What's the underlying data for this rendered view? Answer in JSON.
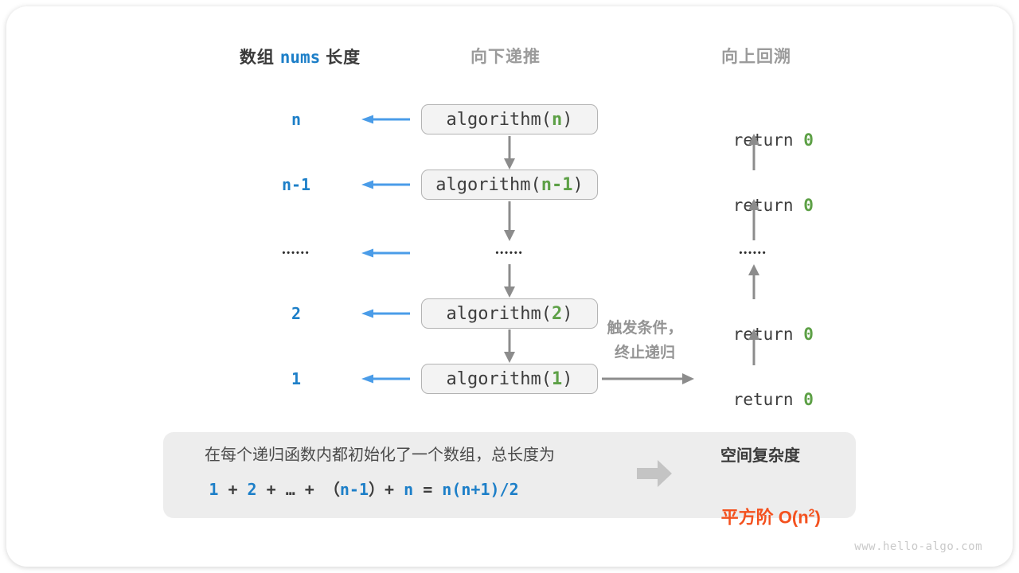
{
  "colors": {
    "blue_text": "#1d7fc8",
    "blue_arrow": "#4a9ce8",
    "green": "#5da046",
    "code_dark": "#3d3d3d",
    "cjk_dark": "#3a3a3a",
    "gray_header": "#9b9b9b",
    "gray_arrow": "#8c8c8c",
    "box_fill": "#f3f3f3",
    "box_border": "#b3b3b3",
    "summary_bg": "#ededed",
    "summary_text": "#4a4a4a",
    "orange": "#f4511e",
    "dots_color": "#2e2e2e",
    "block_arrow": "#c4c4c4",
    "trigger_gray": "#949494",
    "watermark": "#c9c9c9"
  },
  "headers": {
    "left_prefix": "数组 ",
    "left_code": "nums",
    "left_suffix": " 长度",
    "middle": "向下递推",
    "right": "向上回溯"
  },
  "dots": "••••••",
  "rows": [
    {
      "label": "n",
      "box_prefix": "algorithm(",
      "box_arg": "n",
      "box_suffix": ")",
      "ret_keyword": "return ",
      "ret_value": "0"
    },
    {
      "label": "n-1",
      "box_prefix": "algorithm(",
      "box_arg": "n-1",
      "box_suffix": ")",
      "ret_keyword": "return ",
      "ret_value": "0"
    },
    {
      "label": "2",
      "box_prefix": "algorithm(",
      "box_arg": "2",
      "box_suffix": ")",
      "ret_keyword": "return ",
      "ret_value": "0"
    },
    {
      "label": "1",
      "box_prefix": "algorithm(",
      "box_arg": "1",
      "box_suffix": ")",
      "ret_keyword": "return ",
      "ret_value": "0"
    }
  ],
  "trigger": {
    "line1": "触发条件，",
    "line2": "终止递归"
  },
  "summary": {
    "line1": "在每个递归函数内都初始化了一个数组，总长度为",
    "formula": [
      {
        "text": "1",
        "color": "blue"
      },
      {
        "text": " + ",
        "color": "dark"
      },
      {
        "text": "2",
        "color": "blue"
      },
      {
        "text": " + ",
        "color": "dark"
      },
      {
        "text": "…",
        "color": "dark"
      },
      {
        "text": " + ",
        "color": "dark"
      },
      {
        "text": "（",
        "color": "dark"
      },
      {
        "text": "n-1",
        "color": "blue"
      },
      {
        "text": "）",
        "color": "dark"
      },
      {
        "text": "+ ",
        "color": "dark"
      },
      {
        "text": "n",
        "color": "blue"
      },
      {
        "text": " = ",
        "color": "dark"
      },
      {
        "text": "n(n+1)/2",
        "color": "blue"
      }
    ],
    "result_title": "空间复杂度",
    "result_prefix": "平方阶 O(n",
    "result_sup": "2",
    "result_suffix": ")"
  },
  "watermark": "www.hello-algo.com"
}
